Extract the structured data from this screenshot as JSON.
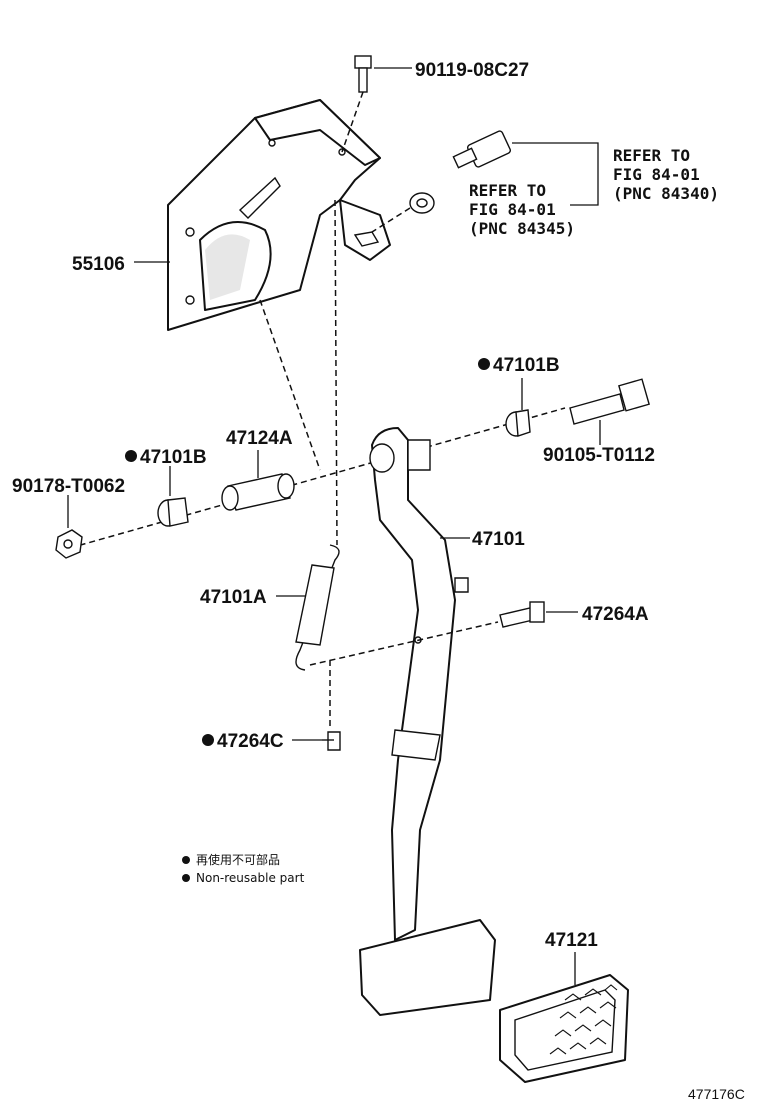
{
  "labels": {
    "p90119": "90119-08C27",
    "p55106": "55106",
    "ref1_l1": "REFER TO",
    "ref1_l2": "FIG 84-01",
    "ref1_l3": "(PNC 84340)",
    "ref2_l1": "REFER TO",
    "ref2_l2": "FIG 84-01",
    "ref2_l3": "(PNC 84345)",
    "p47101B_right": "47101B",
    "p90105": "90105-T0112",
    "p47124A": "47124A",
    "p47101B_left": "47101B",
    "p90178": "90178-T0062",
    "p47101": "47101",
    "p47101A": "47101A",
    "p47264A": "47264A",
    "p47264C": "47264C",
    "p47121": "47121"
  },
  "legend": {
    "jp": "再使用不可部品",
    "en": "Non-reusable part"
  },
  "figure_id": "477176C"
}
